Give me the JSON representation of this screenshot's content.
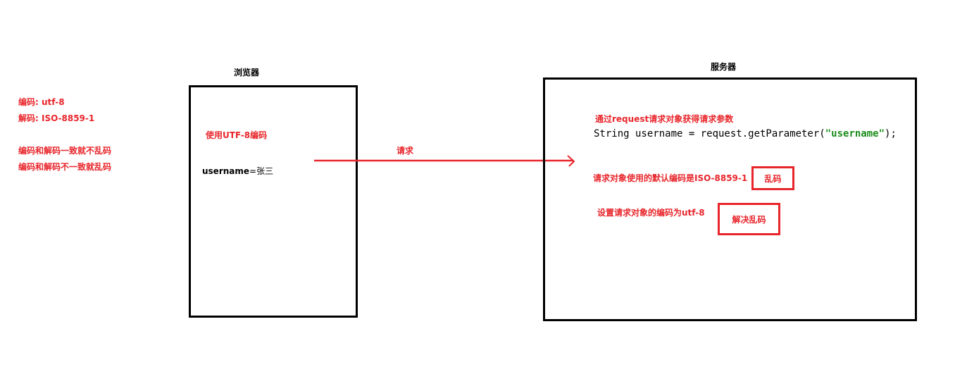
{
  "left_notes": {
    "encode": "编码: utf-8",
    "decode": "解码: ISO-8859-1",
    "consistent": "编码和解码一致就不乱码",
    "inconsistent": "编码和解码不一致就乱码"
  },
  "browser": {
    "title": "浏览器",
    "encode_note": "使用UTF-8编码",
    "param_key": "username",
    "param_value": "=张三"
  },
  "request_arrow": {
    "label": "请求"
  },
  "server": {
    "title": "服务器",
    "get_param_note": "通过request请求对象获得请求参数",
    "code_prefix": "String username = request.getParameter(",
    "code_string": "\"username\"",
    "code_suffix": ");",
    "default_encoding_note": "请求对象使用的默认编码是ISO-8859-1",
    "garbled_label": "乱码",
    "set_encoding_note": "设置请求对象的编码为utf-8",
    "fix_label": "解决乱码"
  },
  "colors": {
    "accent": "#e8252b",
    "border": "#000000",
    "code_string": "#1a8c1a"
  }
}
